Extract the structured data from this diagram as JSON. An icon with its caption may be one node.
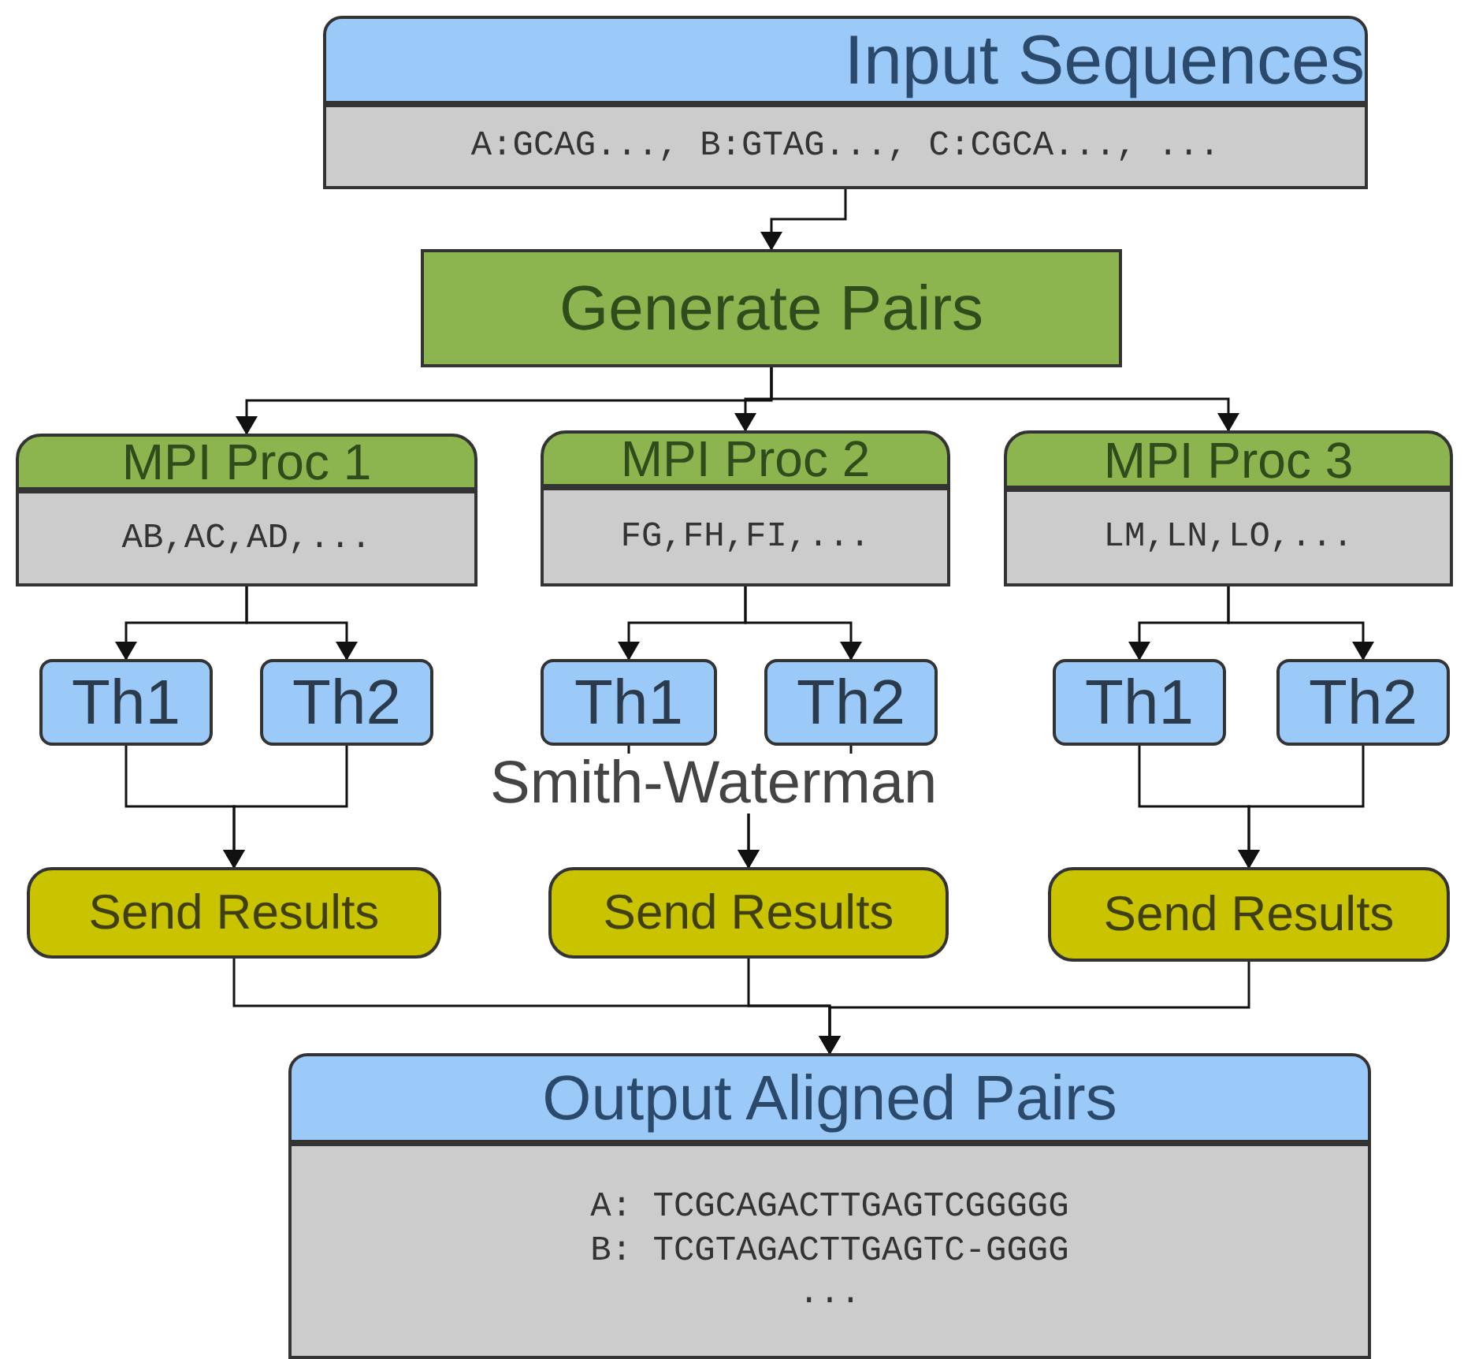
{
  "diagram": {
    "nodes": [
      {
        "text": [
          "Input Sequences"
        ]
      },
      {
        "text": [
          "A:GCAG..., B:GTAG..., C:CGCA..., ..."
        ]
      },
      {
        "text": [
          "Generate Pairs"
        ]
      },
      {
        "text": [
          "MPI Proc 1"
        ]
      },
      {
        "text": [
          "AB,AC,AD,..."
        ]
      },
      {
        "text": [
          "MPI Proc 2"
        ]
      },
      {
        "text": [
          "FG,FH,FI,..."
        ]
      },
      {
        "text": [
          "MPI Proc 3"
        ]
      },
      {
        "text": [
          "LM,LN,LO,..."
        ]
      },
      {
        "text": [
          "Th1"
        ]
      },
      {
        "text": [
          "Th2"
        ]
      },
      {
        "text": [
          "Th1"
        ]
      },
      {
        "text": [
          "Th2"
        ]
      },
      {
        "text": [
          "Th1"
        ]
      },
      {
        "text": [
          "Th2"
        ]
      },
      {
        "text": [
          "Send Results"
        ]
      },
      {
        "text": [
          "Send Results"
        ]
      },
      {
        "text": [
          "Send Results"
        ]
      },
      {
        "text": [
          "Output Aligned Pairs"
        ]
      },
      {
        "text": [
          "A: TCGCAGACTTGAGTCGGGGG",
          "B: TCGTAGACTTGAGTC-GGGG",
          "..."
        ]
      }
    ],
    "edges": [
      {
        "from": 1,
        "to": 2,
        "arrow": "to"
      },
      {
        "from": 2,
        "to": 3,
        "arrow": "to"
      },
      {
        "from": 2,
        "to": 5,
        "arrow": "to"
      },
      {
        "from": 2,
        "to": 7,
        "arrow": "to"
      },
      {
        "from": 4,
        "to": 9,
        "arrow": "to"
      },
      {
        "from": 4,
        "to": 10,
        "arrow": "to"
      },
      {
        "from": 6,
        "to": 11,
        "arrow": "to"
      },
      {
        "from": 6,
        "to": 12,
        "arrow": "to"
      },
      {
        "from": 8,
        "to": 13,
        "arrow": "to"
      },
      {
        "from": 8,
        "to": 14,
        "arrow": "to"
      },
      {
        "from": 9,
        "to": 15,
        "arrow": "to"
      },
      {
        "from": 10,
        "to": 15,
        "arrow": "to"
      },
      {
        "from": 11,
        "to": 16,
        "arrow": "to"
      },
      {
        "from": 12,
        "to": 16,
        "arrow": "to"
      },
      {
        "from": 13,
        "to": 17,
        "arrow": "to"
      },
      {
        "from": 14,
        "to": 17,
        "arrow": "to"
      },
      {
        "from": 15,
        "to": 18,
        "arrow": "to"
      },
      {
        "from": 16,
        "to": 18,
        "arrow": "to"
      },
      {
        "from": 17,
        "to": 18,
        "arrow": "to"
      }
    ],
    "labels": [
      "Smith-Waterman"
    ]
  }
}
